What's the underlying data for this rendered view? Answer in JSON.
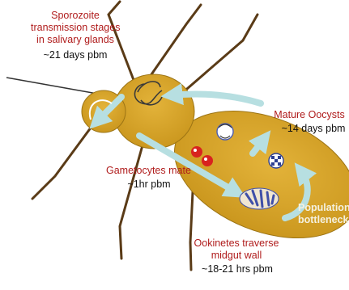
{
  "labels": {
    "sporozoite_line1": "Sporozoite",
    "sporozoite_line2": "transmission stages",
    "sporozoite_line3": "in salivary glands",
    "sporozoite_time": "~21 days pbm",
    "oocysts_title": "Mature Oocysts",
    "oocysts_time": "~14 days pbm",
    "gametocytes_title": "Gametocytes mate",
    "gametocytes_time": "~1hr pbm",
    "bottleneck_line1": "Population",
    "bottleneck_line2": "bottleneck",
    "ookinetes_line1": "Ookinetes traverse",
    "ookinetes_line2": "midgut wall",
    "ookinetes_time": "~18-21 hrs pbm"
  },
  "colors": {
    "body": "#d4a020",
    "body_outline": "#9c7414",
    "legs": "#5a3b17",
    "arrows": "#b7dfe1",
    "label_red": "#b01c1c",
    "label_dark": "#111111",
    "label_light": "#f4f1e0"
  },
  "icons": [
    "sporozoite-icon",
    "oocyst-icon",
    "oocyst-mature-icon",
    "gametocyte-icon",
    "ookinete-cluster-icon"
  ]
}
